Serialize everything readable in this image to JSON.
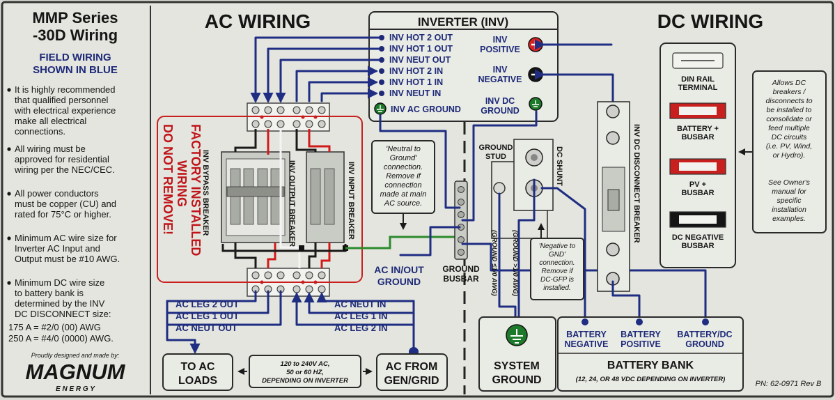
{
  "left_panel": {
    "title1": "MMP Series",
    "title2": "-30D Wiring",
    "field1": "FIELD WIRING",
    "field2": "SHOWN IN BLUE",
    "bullets": [
      [
        "It is highly recommended",
        "that qualified personnel",
        "with electrical experience",
        "make all electrical",
        "connections."
      ],
      [
        "All wiring must be",
        "approved for residential",
        "wiring per the NEC/CEC."
      ],
      [
        "All power conductors",
        "must be copper (CU) and",
        "rated for 75°C or higher."
      ],
      [
        "Minimum AC wire size for",
        "Inverter AC Input and",
        "Output must be #10 AWG."
      ],
      [
        "Minimum DC wire size",
        "to battery bank is",
        "determined by the INV",
        "DC DISCONNECT size:"
      ]
    ],
    "awg1": "175 A = #2/0 (00) AWG",
    "awg2": "250 A = #4/0 (0000) AWG.",
    "proudly": "Proudly designed and made by:",
    "logo": "MAGNUM",
    "logo_sub": "E N E R G Y"
  },
  "ac_wiring": {
    "title": "AC WIRING",
    "factory1": "FACTORY INSTALLED",
    "factory2": "WIRING",
    "factory3": "DO NOT REMOVE!",
    "breaker_bypass": "INV BYPASS BREAKER",
    "breaker_output": "INV OUTPUT BREAKER",
    "breaker_input": "INV INPUT BREAKER",
    "neutral_note": [
      "'Neutral to",
      "Ground'",
      "connection.",
      "Remove if",
      "connection",
      "made at main",
      "AC source."
    ],
    "out_legs": [
      "AC LEG 2 OUT",
      "AC LEG 1 OUT",
      "AC NEUT OUT"
    ],
    "in_legs": [
      "AC NEUT IN",
      "AC LEG 1 IN",
      "AC LEG 2 IN"
    ],
    "inout_ground1": "AC IN/OUT",
    "inout_ground2": "GROUND",
    "ground_busbar1": "GROUND",
    "ground_busbar2": "BUSBAR",
    "to_loads1": "TO AC",
    "to_loads2": "LOADS",
    "spec1": "120 to 240V AC,",
    "spec2": "50 or 60 HZ,",
    "spec3": "DEPENDING ON INVERTER",
    "from_gen1": "AC FROM",
    "from_gen2": "GEN/GRID"
  },
  "inverter": {
    "title": "INVERTER (INV)",
    "terminals": [
      "INV HOT 2 OUT",
      "INV HOT 1 OUT",
      "INV NEUT OUT",
      "INV HOT 2 IN",
      "INV HOT 1 IN",
      "INV NEUT IN"
    ],
    "ac_ground": "INV AC GROUND",
    "pos1": "INV",
    "pos2": "POSITIVE",
    "neg1": "INV",
    "neg2": "NEGATIVE",
    "dcg1": "INV DC",
    "dcg2": "GROUND"
  },
  "dc_wiring": {
    "title": "DC WIRING",
    "ground_stud1": "GROUND",
    "ground_stud2": "STUD",
    "dc_shunt": "DC SHUNT",
    "gnd_lt": "(GROUND ≤1/0 AWG)",
    "gnd_gt": "(GROUND >1/0 AWG)",
    "neg_note": [
      "'Negative to",
      "GND'",
      "connection.",
      "Remove if",
      "DC-GFP is",
      "installed."
    ],
    "disconnect": "INV DC DISCONNECT BREAKER",
    "din1": "DIN RAIL",
    "din2": "TERMINAL",
    "bpos1": "BATTERY +",
    "bpos2": "BUSBAR",
    "pvpos1": "PV +",
    "pvpos2": "BUSBAR",
    "dcneg1": "DC NEGATIVE",
    "dcneg2": "BUSBAR",
    "allows_note": [
      "Allows DC",
      "breakers /",
      "disconnects to",
      "be installed to",
      "consolidate or",
      "feed multiple",
      "DC circuits",
      "(i.e. PV, Wind,",
      "or Hydro).",
      "",
      "See Owner's",
      "manual for",
      "specific",
      "installation",
      "examples."
    ],
    "batt_neg1": "BATTERY",
    "batt_neg2": "NEGATIVE",
    "batt_pos1": "BATTERY",
    "batt_pos2": "POSITIVE",
    "batt_gnd1": "BATTERY/DC",
    "batt_gnd2": "GROUND",
    "sys_ground1": "SYSTEM",
    "sys_ground2": "GROUND",
    "bank_title": "BATTERY BANK",
    "bank_sub": "(12, 24, OR 48 VDC DEPENDING ON INVERTER)",
    "pn": "PN: 62-0971 Rev B"
  }
}
